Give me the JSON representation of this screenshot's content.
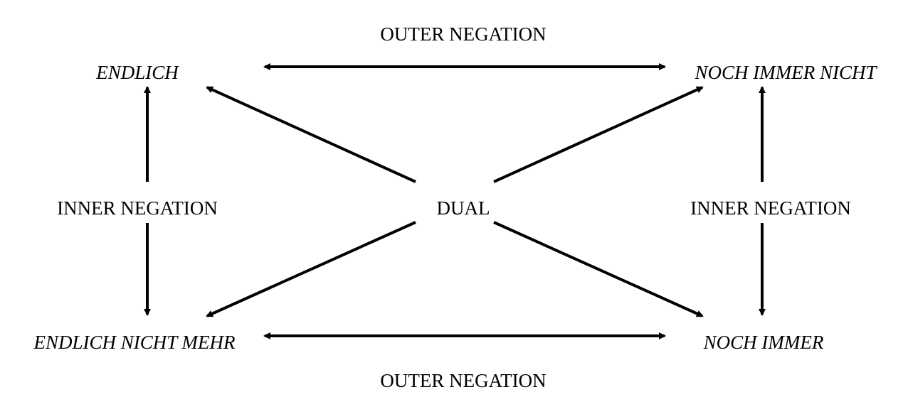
{
  "corners": {
    "top_left": "ENDLICH",
    "top_right": "NOCH IMMER NICHT",
    "bottom_left": "ENDLICH NICHT MEHR",
    "bottom_right": "NOCH IMMER"
  },
  "relations": {
    "outer_top": "OUTER NEGATION",
    "outer_bottom": "OUTER NEGATION",
    "inner_left": "INNER NEGATION",
    "inner_right": "INNER NEGATION",
    "center": "DUAL"
  },
  "colors": {
    "ink": "#000000",
    "background": "#ffffff"
  }
}
